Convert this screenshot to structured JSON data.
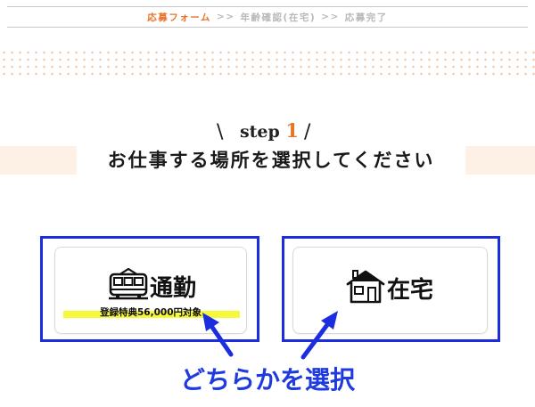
{
  "breadcrumb": {
    "step1": "応募フォーム",
    "sep": ">>",
    "step2": "年齢確認(在宅)",
    "step3": "応募完了"
  },
  "step": {
    "label": "step",
    "number": "1",
    "headline": "お仕事する場所を選択してください"
  },
  "options": {
    "commute": {
      "title": "通勤",
      "bonus": "登録特典56,000円対象",
      "icon": "train-icon"
    },
    "home": {
      "title": "在宅",
      "icon": "house-icon"
    }
  },
  "instruction": "どちらかを選択",
  "colors": {
    "accent": "#e8742a",
    "annotation": "#1c2de0",
    "highlight": "#f6f83a",
    "band": "#fdf1e6"
  }
}
